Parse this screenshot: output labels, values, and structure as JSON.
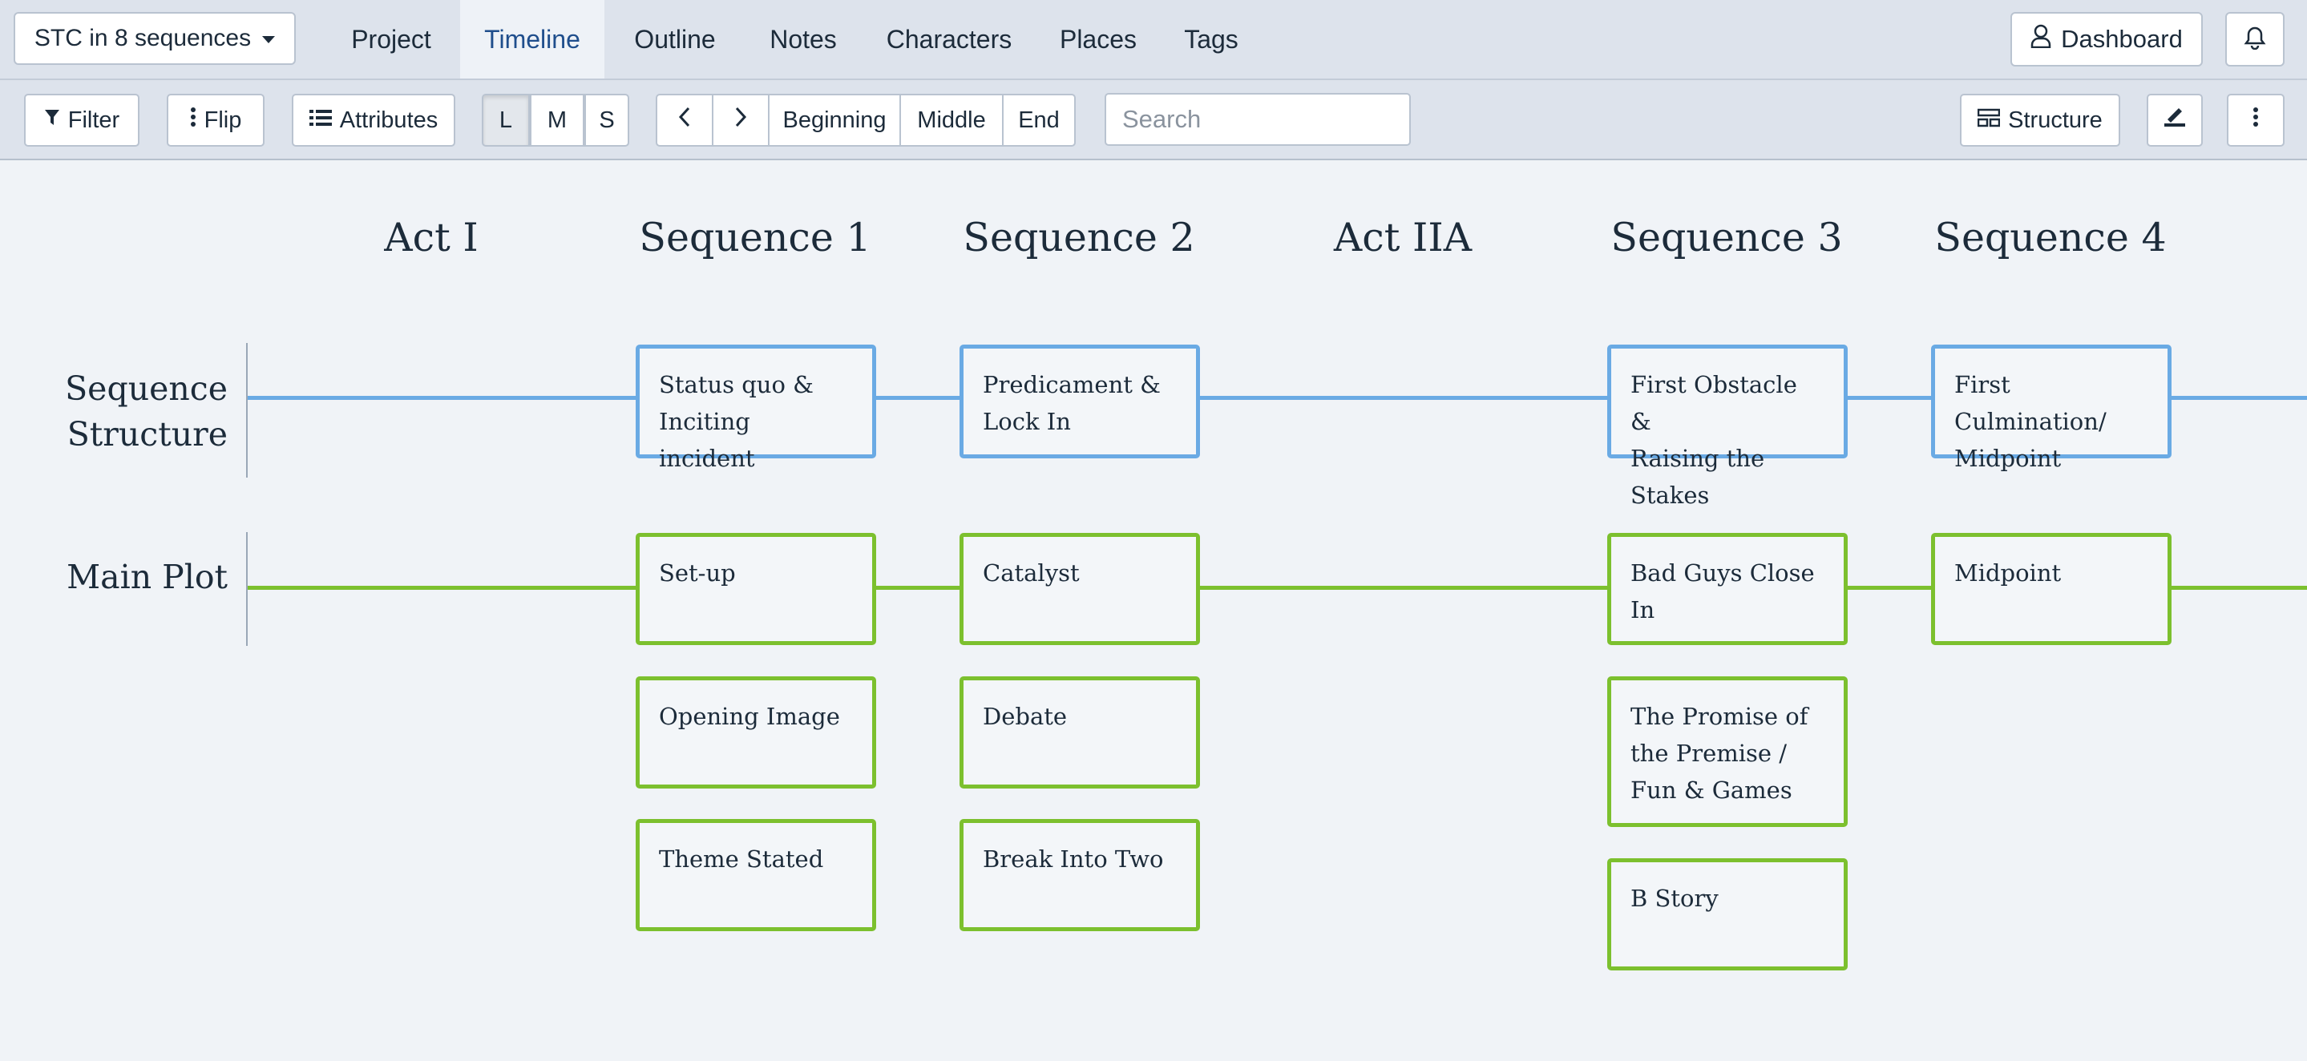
{
  "topnav": {
    "project_selector": "STC in 8 sequences",
    "tabs": [
      "Project",
      "Timeline",
      "Outline",
      "Notes",
      "Characters",
      "Places",
      "Tags"
    ],
    "active_tab": "Timeline",
    "dashboard_label": "Dashboard"
  },
  "toolbar": {
    "filter_label": "Filter",
    "flip_label": "Flip",
    "attributes_label": "Attributes",
    "size_options": [
      "L",
      "M",
      "S"
    ],
    "selected_size": "L",
    "jump_labels": [
      "Beginning",
      "Middle",
      "End"
    ],
    "search_placeholder": "Search",
    "structure_label": "Structure"
  },
  "timeline": {
    "columns": [
      "Act I",
      "Sequence 1",
      "Sequence 2",
      "Act IIA",
      "Sequence 3",
      "Sequence 4"
    ],
    "lines": [
      {
        "label_lines": [
          "Sequence",
          "Structure"
        ],
        "color": "#6aaae4",
        "cards": {
          "seq1": [
            "Status quo &",
            "Inciting incident"
          ],
          "seq2": [
            "Predicament &",
            "Lock In"
          ],
          "seq3": [
            "First Obstacle &",
            "Raising the Stakes"
          ],
          "seq4": [
            "First Culmination/",
            "Midpoint"
          ]
        }
      },
      {
        "label": "Main Plot",
        "color": "#7cc02e",
        "cards": {
          "seq1": [
            "Set-up",
            "Opening Image",
            "Theme Stated"
          ],
          "seq2": [
            "Catalyst",
            "Debate",
            "Break Into Two"
          ],
          "seq3": [
            "Bad Guys Close In",
            "The Promise of the Premise / Fun & Games",
            "B Story"
          ],
          "seq4": [
            "Midpoint"
          ]
        }
      }
    ]
  },
  "colors": {
    "structure_line": "#6aaae4",
    "plot_line": "#7cc02e",
    "active_tab": "#1f4e8c"
  }
}
